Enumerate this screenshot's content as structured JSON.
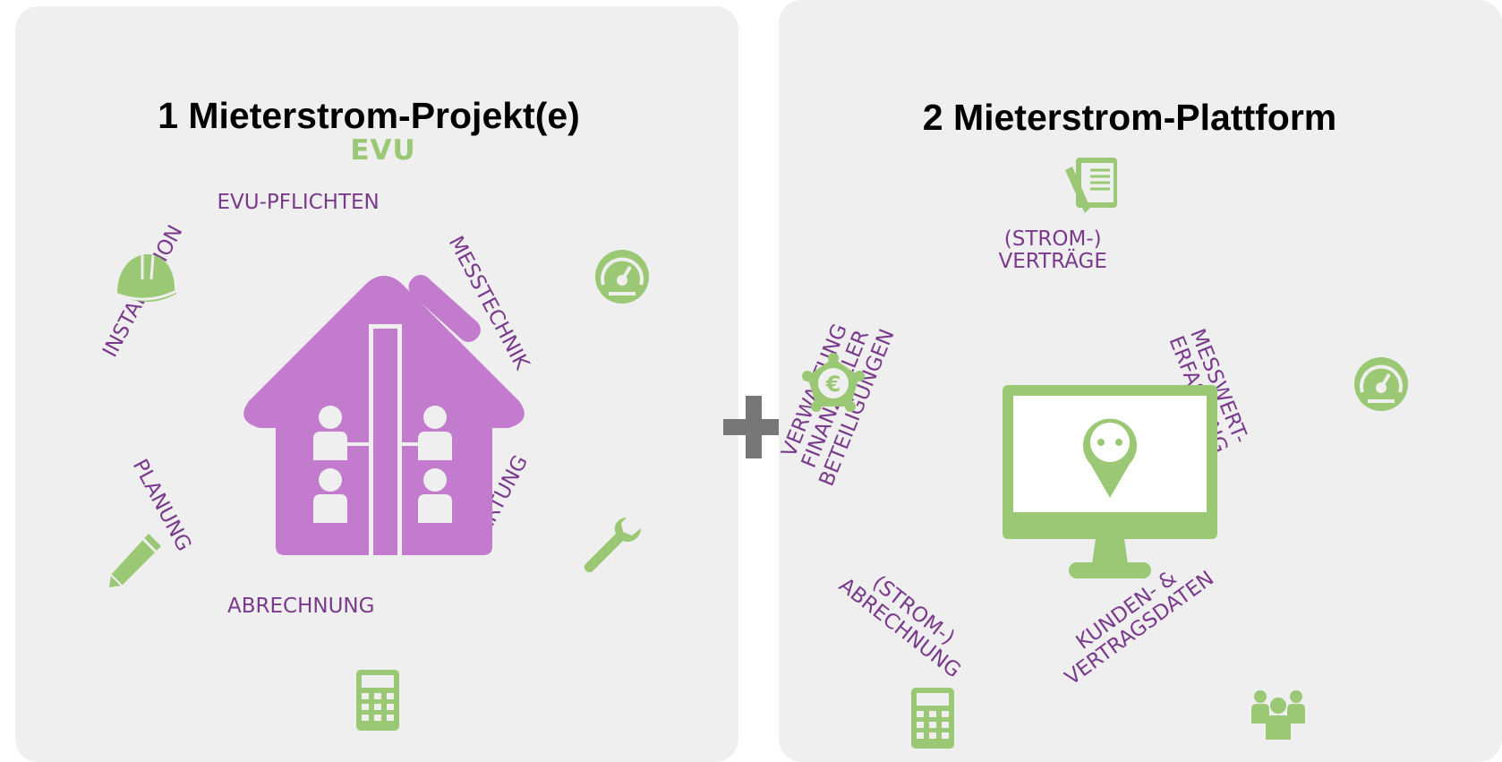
{
  "colors": {
    "purple": "#c27bcd",
    "green": "#9bc874",
    "label_purple": "#7a3a8c",
    "plus_gray": "#777777",
    "panel_bg": "#efefef"
  },
  "left": {
    "title": "1 Mieterstrom-Projekt(e)",
    "subtitle": "EVU",
    "labels": {
      "evu_pflichten": "EVU-PFLICHTEN",
      "installation": "INSTALLATION",
      "messtechnik": "MESSTECHNIK",
      "planung": "PLANUNG",
      "wartung": "WARTUNG",
      "abrechnung": "ABRECHNUNG"
    },
    "icons": [
      "helmet-icon",
      "gauge-icon",
      "pencil-icon",
      "wrench-icon",
      "calculator-icon",
      "house-icon"
    ]
  },
  "plus_icon": "plus-icon",
  "right": {
    "title": "2 Mieterstrom-Plattform",
    "labels": {
      "vertraege_line1": "(STROM-)",
      "vertraege_line2": "VERTRÄGE",
      "beteiligungen_line1": "VERWALTUNG",
      "beteiligungen_line2": "FINANZIELLER",
      "beteiligungen_line3": "BETEILIGUNGEN",
      "messwert_line1": "MESSWERT-",
      "messwert_line2": "ERFASSUNG",
      "abrechnung_line1": "(STROM-)",
      "abrechnung_line2": "ABRECHNUNG",
      "kunden_line1": "KUNDEN- &",
      "kunden_line2": "VERTRAGSDATEN"
    },
    "icons": [
      "contract-icon",
      "euro-network-icon",
      "gauge-icon",
      "monitor-icon",
      "calculator-icon",
      "people-icon"
    ]
  }
}
